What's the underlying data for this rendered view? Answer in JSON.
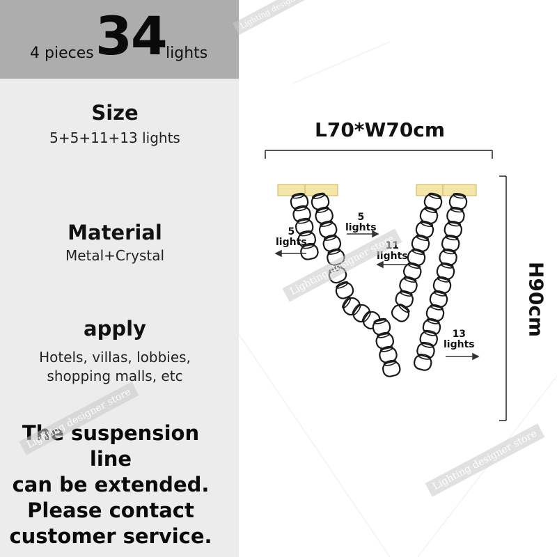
{
  "header": {
    "prefix": "4 pieces",
    "count": "34",
    "suffix": "lights"
  },
  "size": {
    "title": "Size",
    "value": "5+5+11+13 lights"
  },
  "material": {
    "title": "Material",
    "value": "Metal+Crystal"
  },
  "apply": {
    "title": "apply",
    "line1": "Hotels, villas, lobbies,",
    "line2": "shopping malls, etc"
  },
  "notice": {
    "line1": "The suspension line",
    "line2": "can be extended.",
    "line3": "Please contact",
    "line4": "customer service."
  },
  "dimensions": {
    "width": "L70*W70cm",
    "height": "H90cm"
  },
  "strands": [
    {
      "count": "5",
      "unit": "lights"
    },
    {
      "count": "5",
      "unit": "lights"
    },
    {
      "count": "11",
      "unit": "lights"
    },
    {
      "count": "13",
      "unit": "lights"
    }
  ],
  "watermark": "Lighting designer store",
  "colors": {
    "header_bg": "#adadad",
    "panel_bg": "#ececec",
    "canopy": "#f3e6a8"
  }
}
